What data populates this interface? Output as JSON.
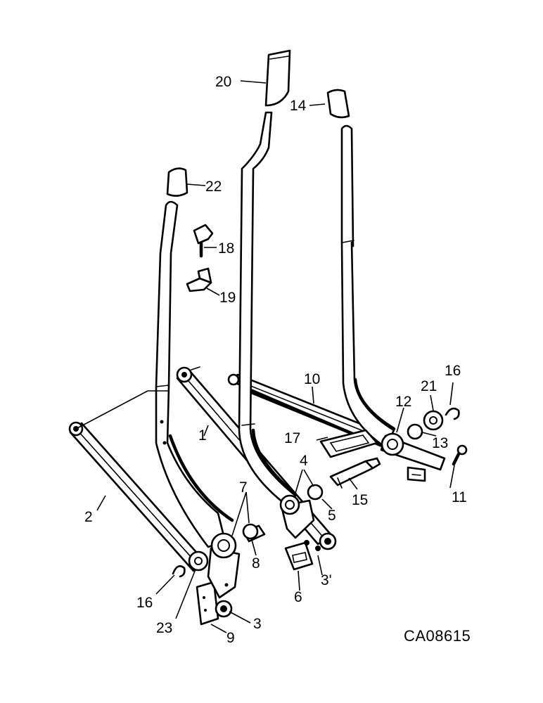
{
  "drawing_code": "CA08615",
  "callouts": [
    {
      "id": "c20",
      "label": "20"
    },
    {
      "id": "c14",
      "label": "14"
    },
    {
      "id": "c22",
      "label": "22"
    },
    {
      "id": "c18",
      "label": "18"
    },
    {
      "id": "c19",
      "label": "19"
    },
    {
      "id": "c10",
      "label": "10"
    },
    {
      "id": "c16a",
      "label": "16"
    },
    {
      "id": "c21",
      "label": "21"
    },
    {
      "id": "c12",
      "label": "12"
    },
    {
      "id": "c13",
      "label": "13"
    },
    {
      "id": "c17",
      "label": "17"
    },
    {
      "id": "c1",
      "label": "1"
    },
    {
      "id": "c11",
      "label": "11"
    },
    {
      "id": "c4",
      "label": "4"
    },
    {
      "id": "c15",
      "label": "15"
    },
    {
      "id": "c2",
      "label": "2"
    },
    {
      "id": "c7",
      "label": "7"
    },
    {
      "id": "c5",
      "label": "5"
    },
    {
      "id": "c8",
      "label": "8"
    },
    {
      "id": "c3a",
      "label": "3'"
    },
    {
      "id": "c6",
      "label": "6"
    },
    {
      "id": "c16b",
      "label": "16"
    },
    {
      "id": "c23",
      "label": "23"
    },
    {
      "id": "c3b",
      "label": "3"
    },
    {
      "id": "c9",
      "label": "9"
    }
  ]
}
